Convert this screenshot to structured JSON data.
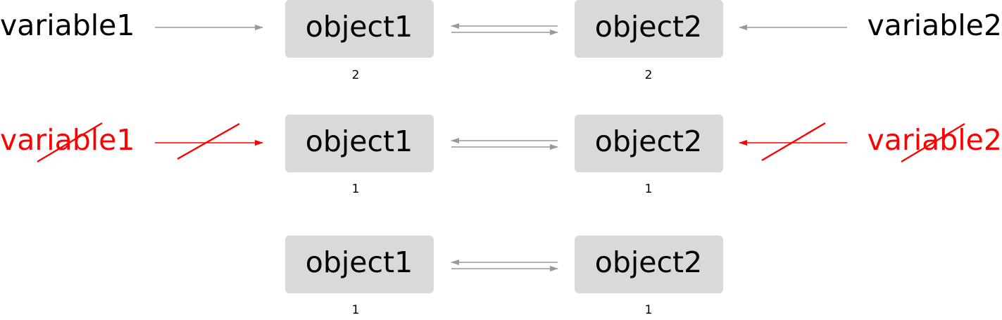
{
  "colors": {
    "box_fill": "#d9d9d9",
    "arrow_gray": "#999999",
    "text_black": "#000000",
    "deleted_red": "#ff0000"
  },
  "rows": [
    {
      "left_variable": "variable1",
      "right_variable": "variable2",
      "variables_deleted": false,
      "object1": "object1",
      "object2": "object2",
      "object1_refcount": "2",
      "object2_refcount": "2"
    },
    {
      "left_variable": "variable1",
      "right_variable": "variable2",
      "variables_deleted": true,
      "object1": "object1",
      "object2": "object2",
      "object1_refcount": "1",
      "object2_refcount": "1"
    },
    {
      "object1": "object1",
      "object2": "object2",
      "object1_refcount": "1",
      "object2_refcount": "1"
    }
  ]
}
